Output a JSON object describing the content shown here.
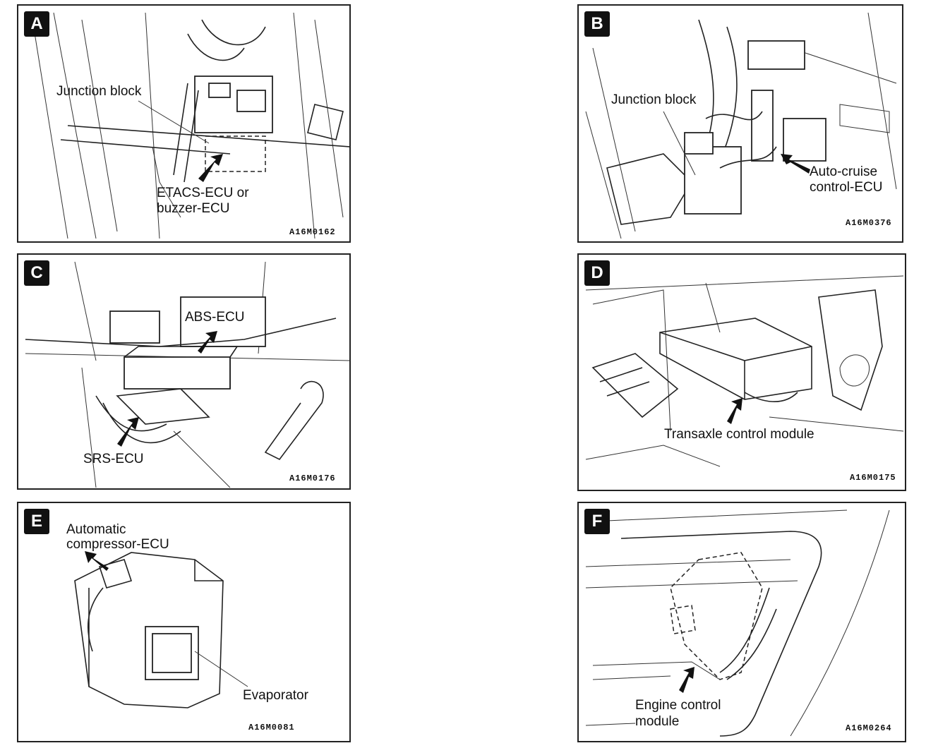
{
  "panels": [
    {
      "letter": "A",
      "labels": [
        "Junction block",
        "ETACS-ECU or",
        "buzzer-ECU"
      ],
      "code": "A16M0162"
    },
    {
      "letter": "B",
      "labels": [
        "Junction block",
        "Auto-cruise",
        "control-ECU"
      ],
      "code": "A16M0376"
    },
    {
      "letter": "C",
      "labels": [
        "ABS-ECU",
        "SRS-ECU"
      ],
      "code": "A16M0176"
    },
    {
      "letter": "D",
      "labels": [
        "Transaxle control module"
      ],
      "code": "A16M0175"
    },
    {
      "letter": "E",
      "labels": [
        "Automatic",
        "compressor-ECU",
        "Evaporator"
      ],
      "code": "A16M0081"
    },
    {
      "letter": "F",
      "labels": [
        "Engine control",
        "module"
      ],
      "code": "A16M0264"
    }
  ]
}
